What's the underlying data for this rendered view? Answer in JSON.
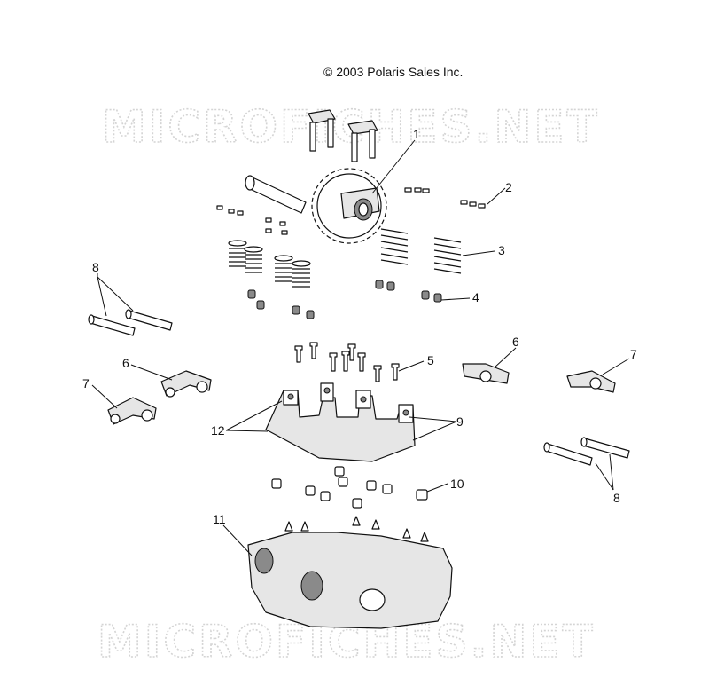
{
  "copyright": "© 2003 Polaris Sales Inc.",
  "watermark": "MICROFICHES.NET",
  "callouts": [
    {
      "id": "1",
      "text": "1"
    },
    {
      "id": "2",
      "text": "2"
    },
    {
      "id": "3",
      "text": "3"
    },
    {
      "id": "4",
      "text": "4"
    },
    {
      "id": "5",
      "text": "5"
    },
    {
      "id": "6a",
      "text": "6"
    },
    {
      "id": "6b",
      "text": "6"
    },
    {
      "id": "7a",
      "text": "7"
    },
    {
      "id": "7b",
      "text": "7"
    },
    {
      "id": "8a",
      "text": "8"
    },
    {
      "id": "8b",
      "text": "8"
    },
    {
      "id": "9",
      "text": "9"
    },
    {
      "id": "10",
      "text": "10"
    },
    {
      "id": "11",
      "text": "11"
    },
    {
      "id": "12",
      "text": "12"
    }
  ]
}
